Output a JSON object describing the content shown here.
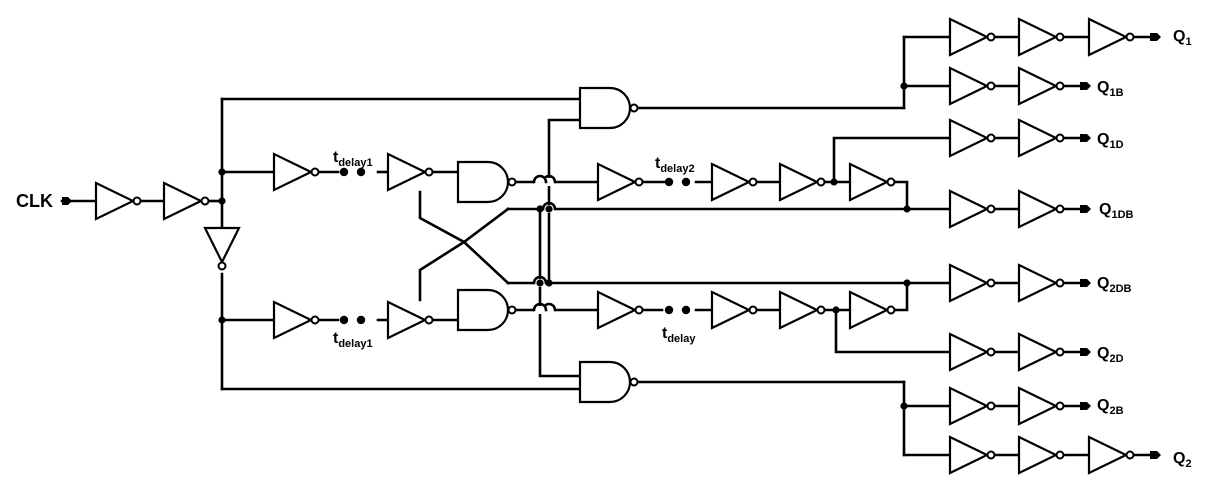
{
  "labels": {
    "clk": "CLK",
    "delay1_top": {
      "base": "t",
      "sub": "delay1"
    },
    "delay1_bot": {
      "base": "t",
      "sub": "delay1"
    },
    "delay2": {
      "base": "t",
      "sub": "delay2"
    },
    "delay": {
      "base": "t",
      "sub": "delay"
    }
  },
  "outputs": [
    {
      "base": "Q",
      "sub": "1"
    },
    {
      "base": "Q",
      "sub": "1B"
    },
    {
      "base": "Q",
      "sub": "1D"
    },
    {
      "base": "Q",
      "sub": "1DB"
    },
    {
      "base": "Q",
      "sub": "2DB"
    },
    {
      "base": "Q",
      "sub": "2D"
    },
    {
      "base": "Q",
      "sub": "2B"
    },
    {
      "base": "Q",
      "sub": "2"
    }
  ]
}
